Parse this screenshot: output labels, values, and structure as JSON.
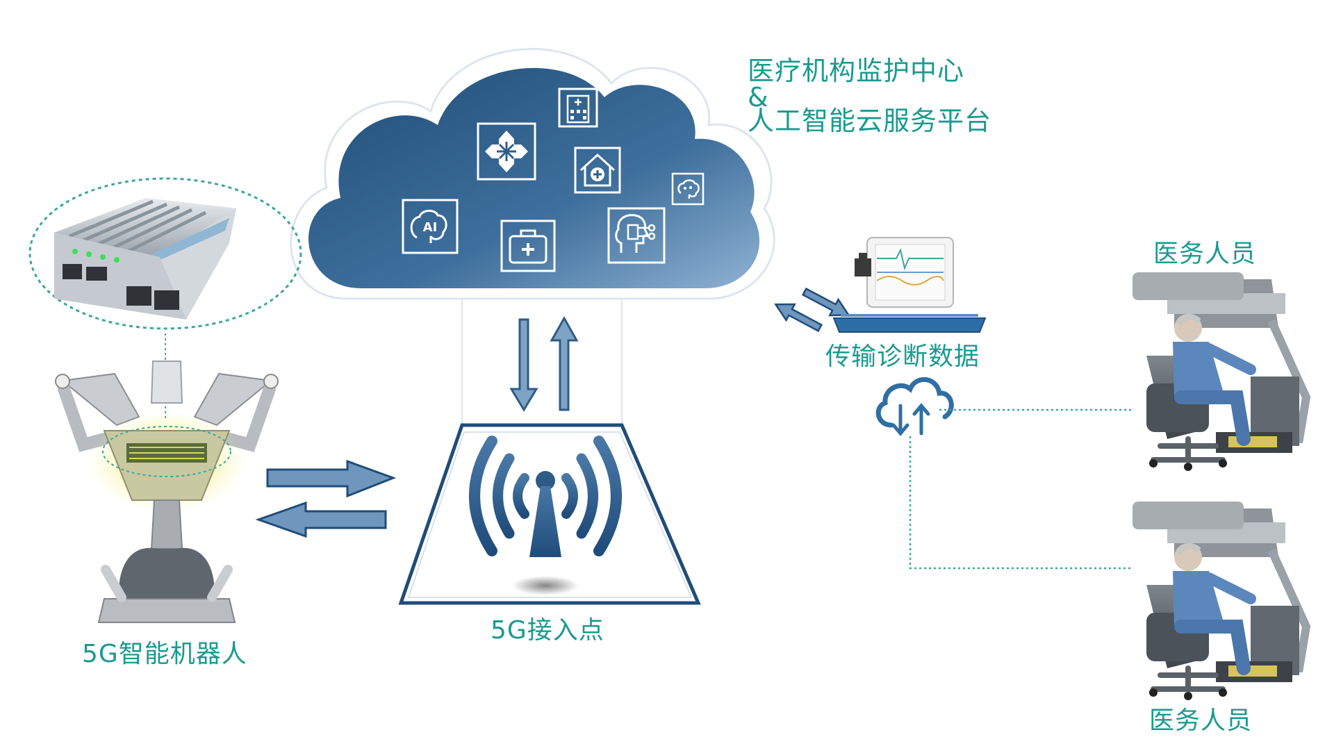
{
  "labels": {
    "cloud_title_line1": "医疗机构监护中心",
    "cloud_title_line2": "&",
    "cloud_title_line3": "人工智能云服务平台",
    "transmit": "传输诊断数据",
    "staff_top": "医务人员",
    "staff_bottom": "医务人员",
    "access_point": "5G接入点",
    "robot": "5G智能机器人"
  },
  "icons": {
    "ai_brain": "AI"
  },
  "colors": {
    "label_teal": "#1a9a8f",
    "cloud_dark": "#2d5f8a",
    "cloud_light": "#6f97bd",
    "arrow_blue": "#3d6e99",
    "dotted_teal": "#3aa79d",
    "outline_navy": "#20406a"
  }
}
